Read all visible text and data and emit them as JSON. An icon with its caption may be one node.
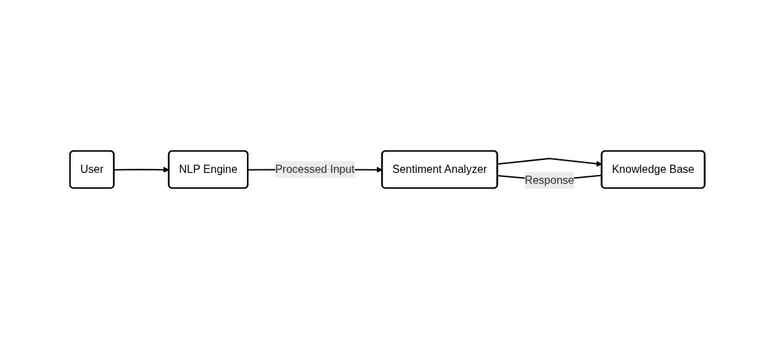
{
  "diagram": {
    "nodes": [
      {
        "text": [
          "User"
        ]
      },
      {
        "text": [
          "NLP Engine"
        ]
      },
      {
        "text": [
          "Sentiment Analyzer"
        ]
      },
      {
        "text": [
          "Knowledge Base"
        ]
      }
    ],
    "edges": [
      {
        "from": 0,
        "to": 1,
        "arrow": "to"
      },
      {
        "from": 1,
        "to": 2,
        "arrow": "to",
        "label": "Processed Input"
      },
      {
        "from": 2,
        "to": 3,
        "arrow": "to"
      },
      {
        "from": 2,
        "to": 3,
        "arrow": "none",
        "label": "Response"
      }
    ]
  }
}
